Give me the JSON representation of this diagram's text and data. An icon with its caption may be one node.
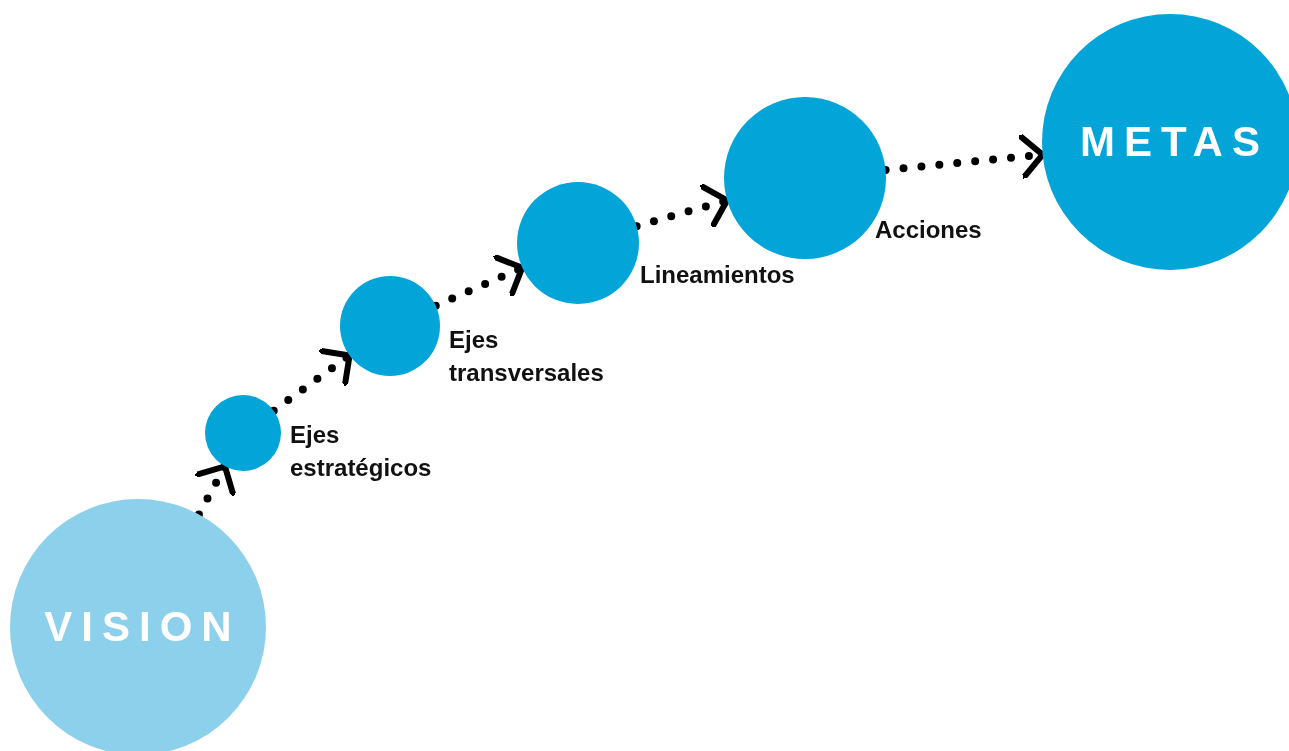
{
  "diagram": {
    "nodes": [
      {
        "text": [
          "VISION"
        ]
      },
      {
        "text": [],
        "shape": "circle",
        "beside": [
          "Ejes estratégicos"
        ]
      },
      {
        "text": [],
        "shape": "circle",
        "beside": [
          "Ejes transversales"
        ]
      },
      {
        "text": [],
        "shape": "circle",
        "beside": [
          "Lineamientos"
        ]
      },
      {
        "text": [],
        "shape": "circle",
        "beside": [
          "Acciones"
        ]
      },
      {
        "text": [
          "METAS"
        ]
      }
    ],
    "edges": [
      {
        "from": 0,
        "to": 1,
        "arrow": "to",
        "style": "dashed"
      },
      {
        "from": 1,
        "to": 2,
        "arrow": "to",
        "style": "dashed"
      },
      {
        "from": 2,
        "to": 3,
        "arrow": "to",
        "style": "dashed"
      },
      {
        "from": 3,
        "to": 4,
        "arrow": "to",
        "style": "dashed"
      },
      {
        "from": 4,
        "to": 5,
        "arrow": "to",
        "style": "dashed"
      }
    ]
  }
}
